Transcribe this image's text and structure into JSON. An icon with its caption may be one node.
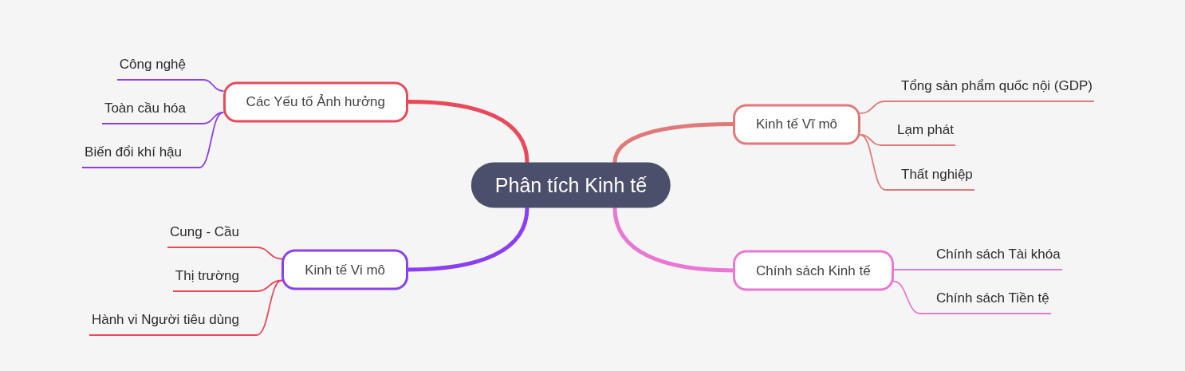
{
  "diagram": {
    "nodes": [
      {
        "text": [
          "Phân tích Kinh tế"
        ]
      },
      {
        "text": [
          "Kinh tế Vĩ mô"
        ]
      },
      {
        "text": [
          "Tổng sản phẩm quốc nội (GDP)"
        ]
      },
      {
        "text": [
          "Lạm phát"
        ]
      },
      {
        "text": [
          "Thất nghiệp"
        ]
      },
      {
        "text": [
          "Chính sách Kinh tế"
        ]
      },
      {
        "text": [
          "Chính sách Tài khóa"
        ]
      },
      {
        "text": [
          "Chính sách Tiền tệ"
        ]
      },
      {
        "text": [
          "Các Yếu tố Ảnh hưởng"
        ]
      },
      {
        "text": [
          "Công nghệ"
        ]
      },
      {
        "text": [
          "Toàn cầu hóa"
        ]
      },
      {
        "text": [
          "Biến đổi khí hậu"
        ]
      },
      {
        "text": [
          "Kinh tế Vi mô"
        ]
      },
      {
        "text": [
          "Cung - Cầu"
        ]
      },
      {
        "text": [
          "Thị trường"
        ]
      },
      {
        "text": [
          "Hành vi Người tiêu dùng"
        ]
      }
    ],
    "edges": [
      {
        "from": 0,
        "to": 1,
        "arrow": "none",
        "style": "thick",
        "color": "#e07a7a"
      },
      {
        "from": 1,
        "to": 2,
        "arrow": "none",
        "color": "#e07a7a"
      },
      {
        "from": 1,
        "to": 3,
        "arrow": "none",
        "color": "#e07a7a"
      },
      {
        "from": 1,
        "to": 4,
        "arrow": "none",
        "color": "#e07a7a"
      },
      {
        "from": 0,
        "to": 5,
        "arrow": "none",
        "style": "thick",
        "color": "#e878d2"
      },
      {
        "from": 5,
        "to": 6,
        "arrow": "none",
        "color": "#e878d2"
      },
      {
        "from": 5,
        "to": 7,
        "arrow": "none",
        "color": "#e878d2"
      },
      {
        "from": 0,
        "to": 8,
        "arrow": "none",
        "style": "thick",
        "color": "#e84a5a"
      },
      {
        "from": 8,
        "to": 9,
        "arrow": "none",
        "color": "#8b3ff0"
      },
      {
        "from": 8,
        "to": 10,
        "arrow": "none",
        "color": "#8b3ff0"
      },
      {
        "from": 8,
        "to": 11,
        "arrow": "none",
        "color": "#8b3ff0"
      },
      {
        "from": 0,
        "to": 12,
        "arrow": "none",
        "style": "thick",
        "color": "#8b3ff0"
      },
      {
        "from": 12,
        "to": 13,
        "arrow": "none",
        "color": "#e84a5a"
      },
      {
        "from": 12,
        "to": 14,
        "arrow": "none",
        "color": "#e84a5a"
      },
      {
        "from": 12,
        "to": 15,
        "arrow": "none",
        "color": "#e84a5a"
      }
    ]
  }
}
